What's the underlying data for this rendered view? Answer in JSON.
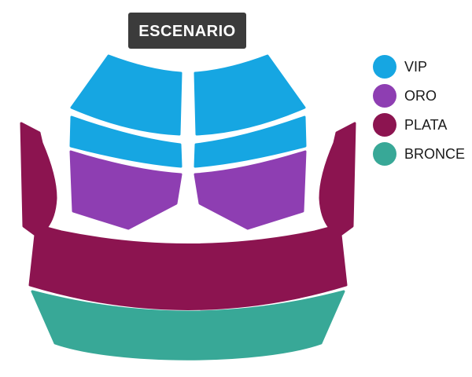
{
  "stage": {
    "label": "ESCENARIO",
    "background": "#3B3B3B",
    "text_color": "#FFFFFF"
  },
  "sections": {
    "vip": {
      "label": "VIP",
      "color": "#16A6E2"
    },
    "oro": {
      "label": "ORO",
      "color": "#8E3EB2"
    },
    "plata": {
      "label": "PLATA",
      "color": "#8C1450"
    },
    "bronce": {
      "label": "BRONCE",
      "color": "#38A897"
    }
  },
  "legend": {
    "items": [
      {
        "label": "VIP",
        "color": "#16A6E2"
      },
      {
        "label": "ORO",
        "color": "#8E3EB2"
      },
      {
        "label": "PLATA",
        "color": "#8C1450"
      },
      {
        "label": "BRONCE",
        "color": "#38A897"
      }
    ]
  }
}
